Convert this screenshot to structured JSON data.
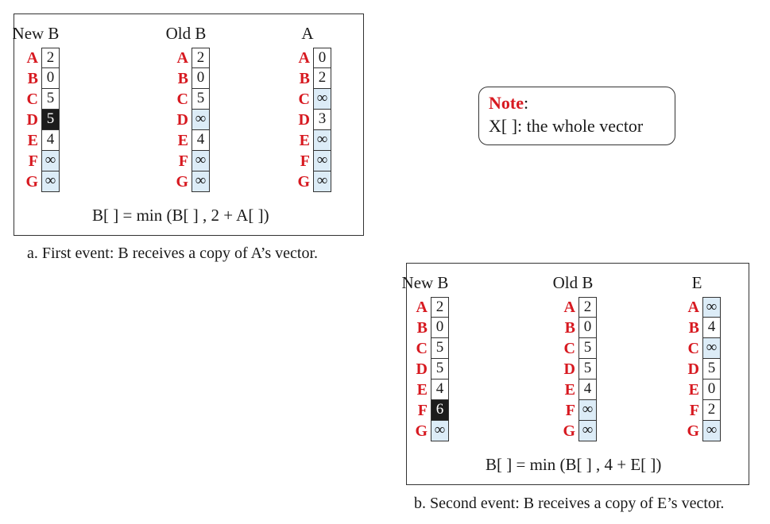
{
  "note": {
    "title": "Note",
    "colon": ":",
    "text": "X[ ]: the whole vector"
  },
  "panels": [
    {
      "formula": "B[ ] = min (B[ ] , 2 + A[ ])",
      "caption": "a. First event: B receives a copy of A’s vector.",
      "vectors": [
        {
          "title": "New B",
          "cells": [
            {
              "label": "A",
              "value": "2",
              "state": "normal"
            },
            {
              "label": "B",
              "value": "0",
              "state": "normal"
            },
            {
              "label": "C",
              "value": "5",
              "state": "normal"
            },
            {
              "label": "D",
              "value": "5",
              "state": "highlight"
            },
            {
              "label": "E",
              "value": "4",
              "state": "normal"
            },
            {
              "label": "F",
              "value": "∞",
              "state": "infinity"
            },
            {
              "label": "G",
              "value": "∞",
              "state": "infinity"
            }
          ]
        },
        {
          "title": "Old B",
          "cells": [
            {
              "label": "A",
              "value": "2",
              "state": "normal"
            },
            {
              "label": "B",
              "value": "0",
              "state": "normal"
            },
            {
              "label": "C",
              "value": "5",
              "state": "normal"
            },
            {
              "label": "D",
              "value": "∞",
              "state": "infinity"
            },
            {
              "label": "E",
              "value": "4",
              "state": "normal"
            },
            {
              "label": "F",
              "value": "∞",
              "state": "infinity"
            },
            {
              "label": "G",
              "value": "∞",
              "state": "infinity"
            }
          ]
        },
        {
          "title": "A",
          "cells": [
            {
              "label": "A",
              "value": "0",
              "state": "normal"
            },
            {
              "label": "B",
              "value": "2",
              "state": "normal"
            },
            {
              "label": "C",
              "value": "∞",
              "state": "infinity"
            },
            {
              "label": "D",
              "value": "3",
              "state": "normal"
            },
            {
              "label": "E",
              "value": "∞",
              "state": "infinity"
            },
            {
              "label": "F",
              "value": "∞",
              "state": "infinity"
            },
            {
              "label": "G",
              "value": "∞",
              "state": "infinity"
            }
          ]
        }
      ]
    },
    {
      "formula": "B[ ] = min (B[ ] , 4 + E[ ])",
      "caption": "b. Second event: B receives a copy of E’s vector.",
      "vectors": [
        {
          "title": "New B",
          "cells": [
            {
              "label": "A",
              "value": "2",
              "state": "normal"
            },
            {
              "label": "B",
              "value": "0",
              "state": "normal"
            },
            {
              "label": "C",
              "value": "5",
              "state": "normal"
            },
            {
              "label": "D",
              "value": "5",
              "state": "normal"
            },
            {
              "label": "E",
              "value": "4",
              "state": "normal"
            },
            {
              "label": "F",
              "value": "6",
              "state": "highlight"
            },
            {
              "label": "G",
              "value": "∞",
              "state": "infinity"
            }
          ]
        },
        {
          "title": "Old B",
          "cells": [
            {
              "label": "A",
              "value": "2",
              "state": "normal"
            },
            {
              "label": "B",
              "value": "0",
              "state": "normal"
            },
            {
              "label": "C",
              "value": "5",
              "state": "normal"
            },
            {
              "label": "D",
              "value": "5",
              "state": "normal"
            },
            {
              "label": "E",
              "value": "4",
              "state": "normal"
            },
            {
              "label": "F",
              "value": "∞",
              "state": "infinity"
            },
            {
              "label": "G",
              "value": "∞",
              "state": "infinity"
            }
          ]
        },
        {
          "title": "E",
          "cells": [
            {
              "label": "A",
              "value": "∞",
              "state": "infinity"
            },
            {
              "label": "B",
              "value": "4",
              "state": "normal"
            },
            {
              "label": "C",
              "value": "∞",
              "state": "infinity"
            },
            {
              "label": "D",
              "value": "5",
              "state": "normal"
            },
            {
              "label": "E",
              "value": "0",
              "state": "normal"
            },
            {
              "label": "F",
              "value": "2",
              "state": "normal"
            },
            {
              "label": "G",
              "value": "∞",
              "state": "infinity"
            }
          ]
        }
      ]
    }
  ]
}
